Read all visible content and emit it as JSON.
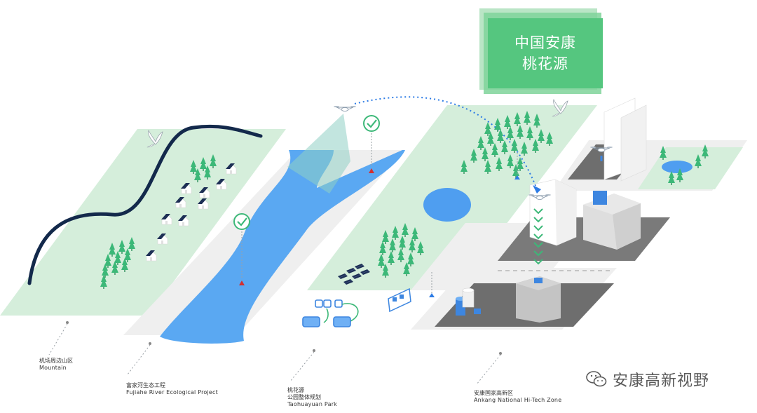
{
  "title": {
    "line1": "中国安康",
    "line2": "桃花源"
  },
  "zones": [
    {
      "zh": "机场周边山区",
      "en": "Mountain"
    },
    {
      "zh": "富家河生态工程",
      "en": "Fujiahe River Ecological Project"
    },
    {
      "zh": "桃花源",
      "zh2": "公园整体规划",
      "en": "Taohuayuan Park"
    },
    {
      "zh": "安康国家高新区",
      "en": "Ankang National Hi-Tech Zone"
    }
  ],
  "watermark": {
    "text": "安康高新视野",
    "icon": "wechat-icon"
  },
  "colors": {
    "green_plane": "#d5eedb",
    "grey_plane": "#efefef",
    "river": "#5aa8f2",
    "tree": "#3cb878",
    "dark_plane": "#6e6e6e",
    "mountain_line": "#13294b",
    "check": "#3cb878",
    "title_green": "#55c67f"
  }
}
